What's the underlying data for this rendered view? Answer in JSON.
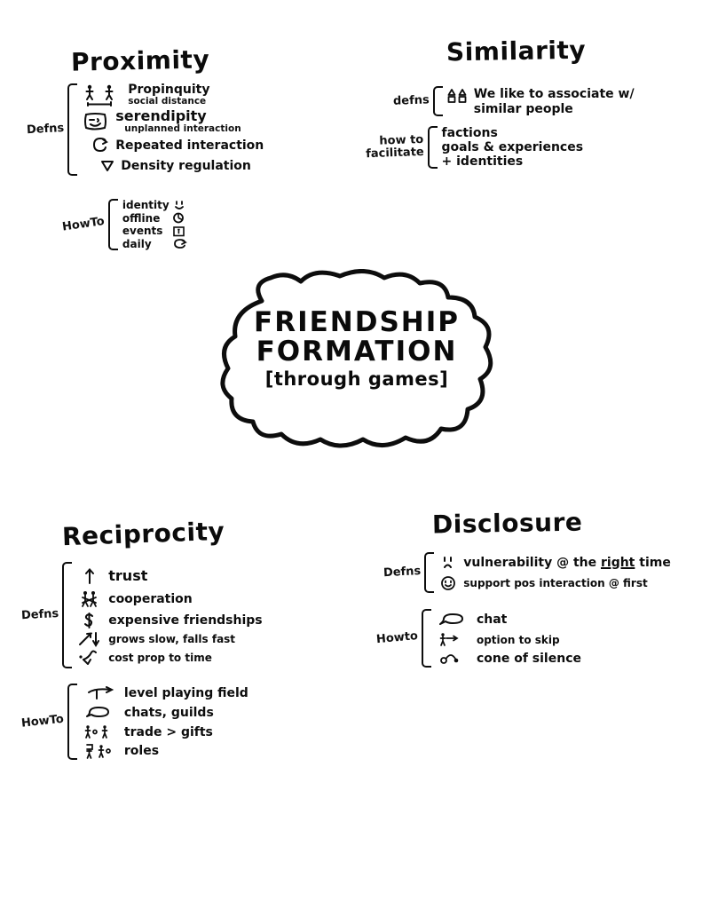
{
  "page": {
    "kind": "hand-drawn-mind-map",
    "background": "#ffffff",
    "ink": "#0d0d0d"
  },
  "center": {
    "line1": "FRIENDSHIP",
    "line2": "FORMATION",
    "line3": "[through games]"
  },
  "quadrants": {
    "proximity": {
      "title": "Proximity",
      "groups": [
        {
          "label": "Defns",
          "rows": [
            {
              "icon": "two-people-icon",
              "text": "Propinquity",
              "sub": "social distance"
            },
            {
              "icon": "winking-face-icon",
              "text": "serendipity",
              "sub": "unplanned interaction"
            },
            {
              "icon": "repeat-arrow-icon",
              "text": "Repeated interaction",
              "sub": ""
            },
            {
              "icon": "flag-icon",
              "text": "Density regulation",
              "sub": ""
            }
          ]
        },
        {
          "label": "HowTo",
          "rows": [
            {
              "icon": "smiley-face-icon",
              "text": "identity",
              "sub": ""
            },
            {
              "icon": "pie-icon",
              "text": "offline",
              "sub": ""
            },
            {
              "icon": "calendar-icon",
              "text": "events",
              "sub": ""
            },
            {
              "icon": "repeat-arrow-icon",
              "text": "daily",
              "sub": ""
            }
          ]
        }
      ]
    },
    "similarity": {
      "title": "Similarity",
      "groups": [
        {
          "label": "defns",
          "rows": [
            {
              "icon": "matching-shapes-icon",
              "text": "We like to associate w/",
              "sub": ""
            },
            {
              "icon": "",
              "text": "similar people",
              "sub": ""
            }
          ]
        },
        {
          "label": "how to\nfacilitate",
          "rows": [
            {
              "icon": "",
              "text": "factions",
              "sub": ""
            },
            {
              "icon": "",
              "text": "goals & experiences",
              "sub": ""
            },
            {
              "icon": "",
              "text": "+ identities",
              "sub": ""
            }
          ]
        }
      ]
    },
    "reciprocity": {
      "title": "Reciprocity",
      "groups": [
        {
          "label": "Defns",
          "rows": [
            {
              "icon": "up-arrow-icon",
              "text": "trust",
              "sub": ""
            },
            {
              "icon": "linked-people-icon",
              "text": "cooperation",
              "sub": ""
            },
            {
              "icon": "dollar-icon",
              "text": "expensive friendships",
              "sub": ""
            },
            {
              "icon": "up-down-arrow-icon",
              "text": "grows slow, falls fast",
              "sub": ""
            },
            {
              "icon": "curve-arrow-icon",
              "text": "cost prop to time",
              "sub": ""
            }
          ]
        },
        {
          "label": "HowTo",
          "rows": [
            {
              "icon": "level-field-icon",
              "text": "level playing field",
              "sub": ""
            },
            {
              "icon": "speech-bubble-icon",
              "text": "chats, guilds",
              "sub": ""
            },
            {
              "icon": "two-people-trade-icon",
              "text": "trade > gifts",
              "sub": ""
            },
            {
              "icon": "roles-people-icon",
              "text": "roles",
              "sub": ""
            }
          ]
        }
      ]
    },
    "disclosure": {
      "title": "Disclosure",
      "groups": [
        {
          "label": "Defns",
          "rows": [
            {
              "icon": "surprised-face-icon",
              "text_before": "vulnerability @ the ",
              "text_underline": "right",
              "text_after": " time"
            },
            {
              "icon": "smiley-face-icon",
              "text": "support pos interaction @ first",
              "sub": ""
            }
          ]
        },
        {
          "label": "Howto",
          "rows": [
            {
              "icon": "speech-bubble-icon",
              "text": "chat",
              "sub": ""
            },
            {
              "icon": "person-arrow-icon",
              "text": "option to skip",
              "sub": ""
            },
            {
              "icon": "cone-icon",
              "text": "cone of silence",
              "sub": ""
            }
          ]
        }
      ]
    }
  }
}
